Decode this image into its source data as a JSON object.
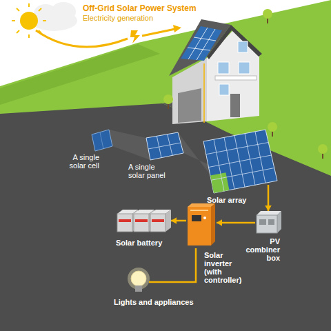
{
  "diagram": {
    "title": "Off-Grid Solar Power System",
    "nodes": [
      {
        "text": [
          "A single solar cell"
        ]
      },
      {
        "text": [
          "A single solar panel"
        ]
      },
      {
        "text": [
          "Solar array"
        ]
      },
      {
        "text": [
          "PV combiner box"
        ]
      },
      {
        "text": [
          "Solar battery"
        ]
      },
      {
        "text": [
          "Solar inverter (with controller)"
        ]
      },
      {
        "text": [
          "Lights and appliances"
        ]
      }
    ],
    "edges": [
      {
        "from": 2,
        "to": 3,
        "arrow": "to"
      },
      {
        "from": 3,
        "to": 5,
        "arrow": "to"
      },
      {
        "from": 5,
        "to": 4,
        "arrow": "to"
      },
      {
        "from": 5,
        "to": 6,
        "arrow": "none"
      }
    ],
    "labels": [
      "Electricity generation"
    ]
  }
}
